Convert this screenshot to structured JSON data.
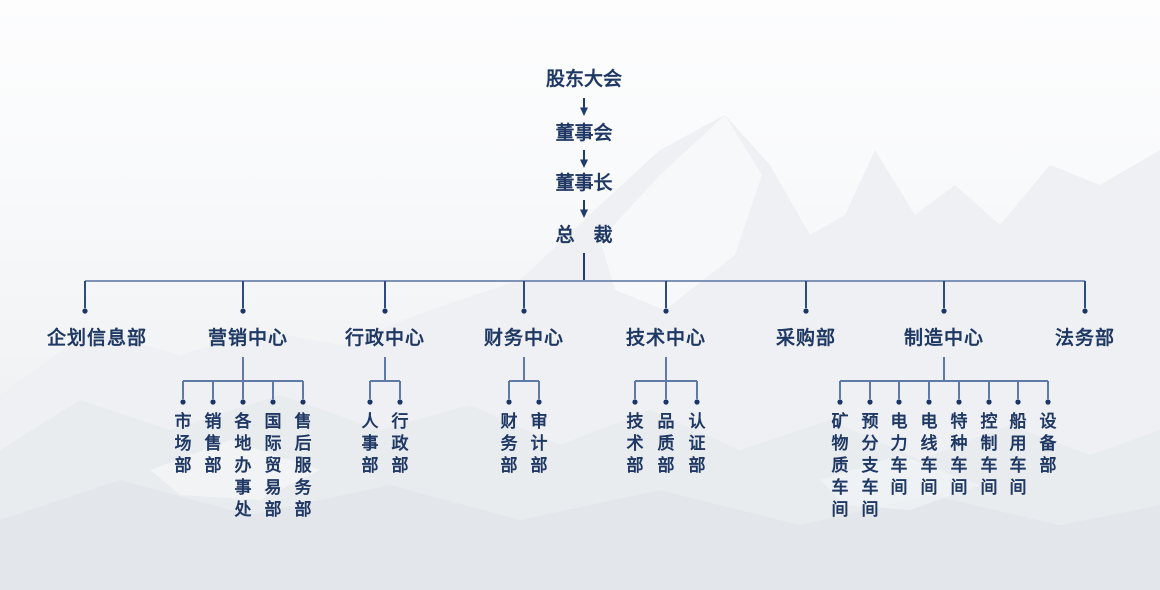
{
  "chart": {
    "kind": "organization-chart",
    "background_description": "faint snowy mountain landscape photo, washed out"
  },
  "colors": {
    "text": "#1f3864",
    "chain_line": "#1f3c6e",
    "main_connector": "#7e93b5",
    "branch_drop": "#2d4d80",
    "subtree_line": "#5f7aa6",
    "dot": "#1a3566"
  },
  "chain": [
    {
      "label": "股东大会"
    },
    {
      "label": "董事会"
    },
    {
      "label": "董事长"
    },
    {
      "label": "总　裁"
    }
  ],
  "branches": [
    {
      "label": "企划信息部",
      "children": []
    },
    {
      "label": "营销中心",
      "children": [
        "市场部",
        "销售部",
        "各地办事处",
        "国际贸易部",
        "售后服务部"
      ]
    },
    {
      "label": "行政中心",
      "children": [
        "人事部",
        "行政部"
      ]
    },
    {
      "label": "财务中心",
      "children": [
        "财务部",
        "审计部"
      ]
    },
    {
      "label": "技术中心",
      "children": [
        "技术部",
        "品质部",
        "认证部"
      ]
    },
    {
      "label": "采购部",
      "children": []
    },
    {
      "label": "制造中心",
      "children": [
        "矿物质车间",
        "预分支车间",
        "电力车间",
        "电线车间",
        "特种车间",
        "控制车间",
        "船用车间",
        "设备部"
      ]
    },
    {
      "label": "法务部",
      "children": []
    }
  ]
}
